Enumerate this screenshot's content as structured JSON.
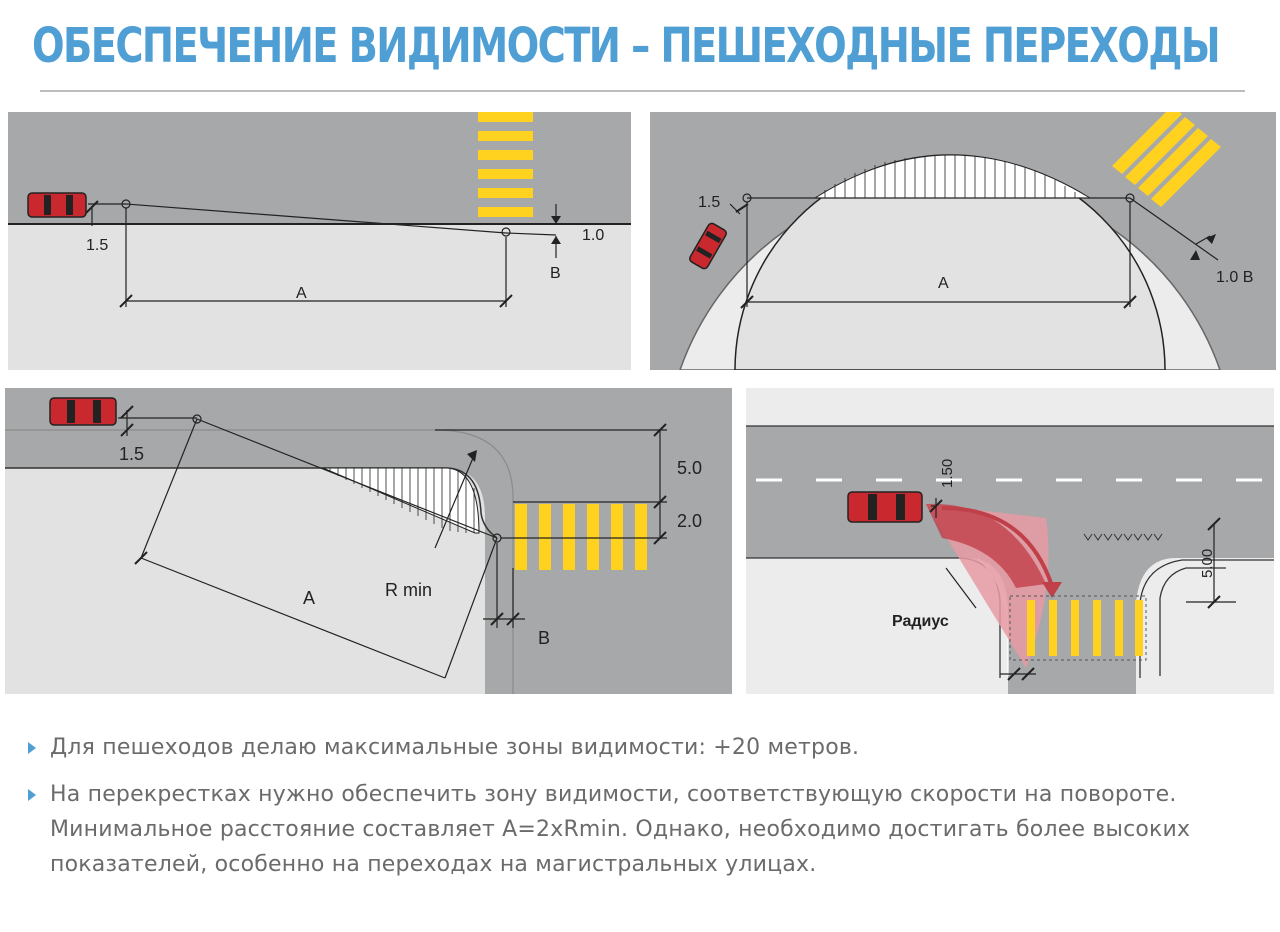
{
  "title": "ОБЕСПЕЧЕНИЕ ВИДИМОСТИ – ПЕШЕХОДНЫЕ ПЕРЕХОДЫ",
  "colors": {
    "title": "#4f9fd4",
    "road": "#a7a8aa",
    "ground": "#e2e2e2",
    "crosswalk": "#ffd21f",
    "car": "#c8282e",
    "turn_arrow": "#c0404a",
    "turn_zone": "#e89aa4"
  },
  "diagrams": {
    "straight": {
      "d1": "1.5",
      "d2": "1.0",
      "b": "B",
      "a": "A"
    },
    "curve": {
      "d1": "1.5",
      "d2": "1.0 B",
      "a": "A"
    },
    "corner": {
      "d1": "1.5",
      "d2": "5.0",
      "d3": "2.0",
      "a": "A",
      "rmin": "R min",
      "b": "B"
    },
    "turn": {
      "d1": "1.50",
      "d2": "5.00",
      "radius": "Радиус"
    }
  },
  "bullets": [
    "Для пешеходов делаю максимальные зоны видимости: +20 метров.",
    "На перекрестках нужно обеспечить зону видимости, соответствующую скорости на повороте. Минимальное расстояние составляет А=2хRmin. Однако, необходимо достигать более высоких показателей, особенно на переходах на магистральных улицах."
  ]
}
